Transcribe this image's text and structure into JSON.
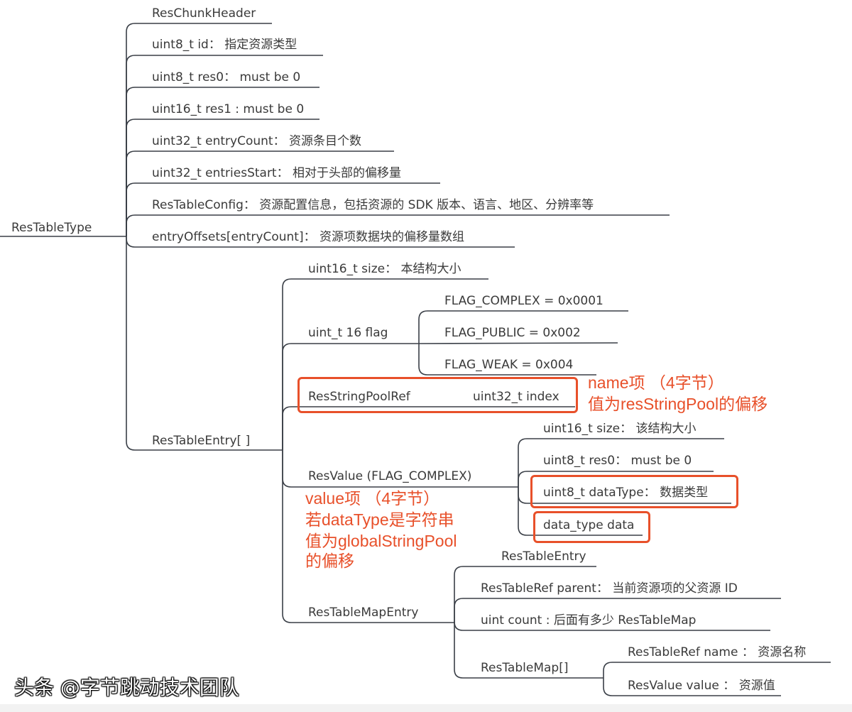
{
  "root": "ResTableType",
  "nodes": [
    "ResChunkHeader",
    "uint8_t id： 指定资源类型",
    "uint8_t res0： must be 0",
    "uint16_t res1 : must be 0",
    "uint32_t entryCount： 资源条目个数",
    "uint32_t entriesStart： 相对于头部的偏移量",
    "ResTableConfig： 资源配置信息，包括资源的 SDK 版本、语言、地区、分辨率等",
    "entryOffsets[entryCount]： 资源项数据块的偏移量数组",
    "ResTableEntry[ ]",
    "uint16_t size： 本结构大小",
    "uint_t 16 flag",
    "FLAG_COMPLEX = 0x0001",
    "FLAG_PUBLIC = 0x002",
    "FLAG_WEAK = 0x004",
    "ResStringPoolRef",
    "uint32_t index",
    "ResValue (FLAG_COMPLEX)",
    "uint16_t size： 该结构大小",
    "uint8_t res0： must be 0",
    "uint8_t dataType： 数据类型",
    "data_type data",
    "ResTableMapEntry",
    "ResTableEntry",
    "ResTableRef parent： 当前资源项的父资源 ID",
    "uint count : 后面有多少 ResTableMap",
    "ResTableMap[]",
    "ResTableRef name ： 资源名称",
    "ResValue value ： 资源值"
  ],
  "annotations": {
    "name_line1": "name项 （4字节）",
    "name_line2": "值为resStringPool的偏移",
    "value_line1": "value项 （4字节）",
    "value_line2": "若dataType是字符串",
    "value_line3": "值为globalStringPool",
    "value_line4": "的偏移"
  },
  "colors": {
    "line": "#3a3f47",
    "highlight": "#e8502a",
    "text": "#3a3a3a"
  },
  "watermark": "头条 @字节跳动技术团队"
}
